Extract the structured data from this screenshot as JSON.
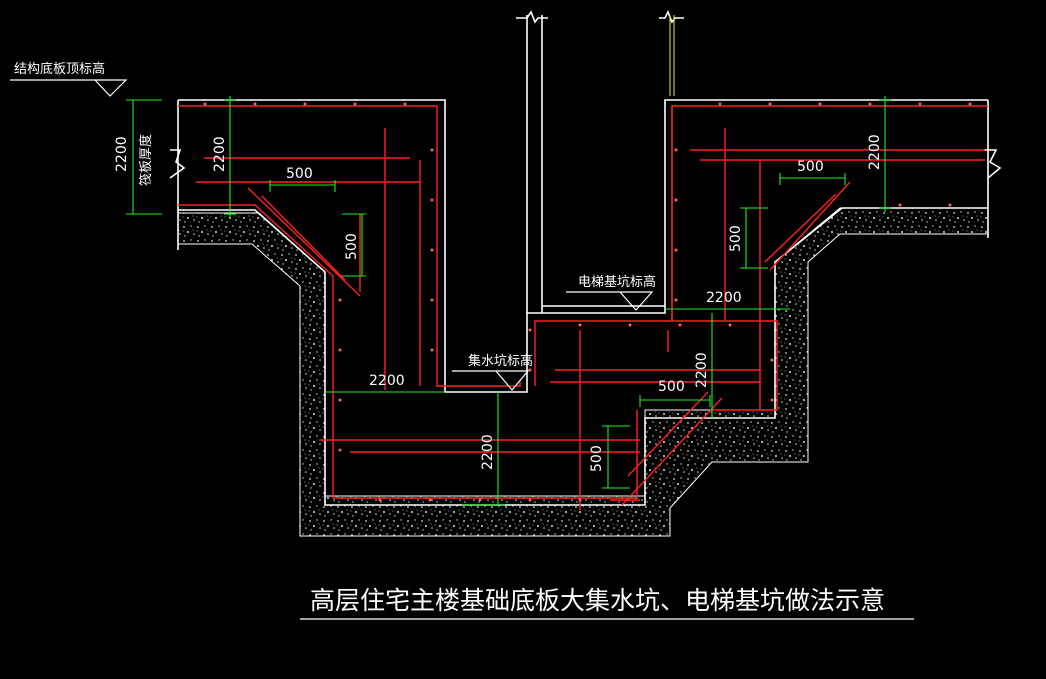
{
  "title": "高层住宅主楼基础底板大集水坑、电梯基坑做法示意",
  "labels": {
    "structure_bottom_elevation": "结构底板顶标高",
    "slab_thickness": "筏板厚度",
    "sump_pit_elevation": "集水坑标高",
    "elevator_pit_elevation": "电梯基坑标高"
  },
  "dimensions": {
    "d_2200": "2200",
    "d_500": "500"
  },
  "colors": {
    "background": "#000000",
    "concrete_outline": "#ffffff",
    "rebar": "#ff2020",
    "dimension": "#22ee22",
    "cushion_fill": "#d8d8d8",
    "column_line": "#eeee22"
  }
}
